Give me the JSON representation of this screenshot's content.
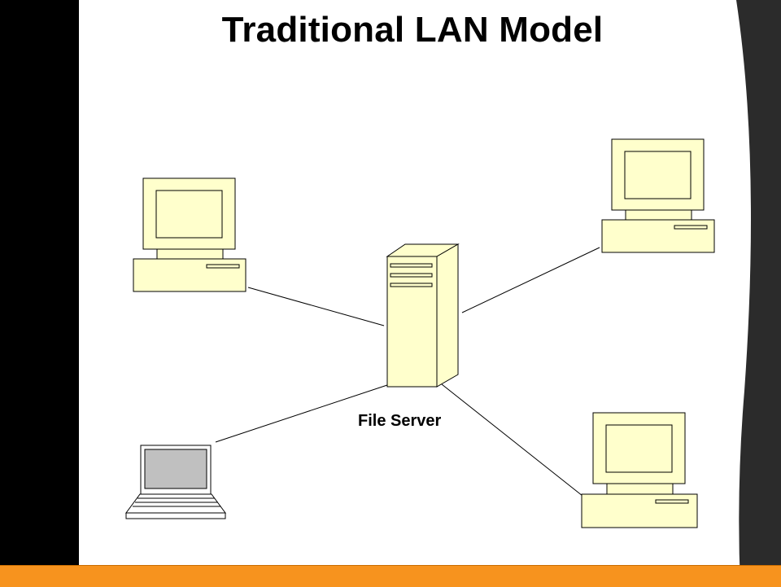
{
  "slide": {
    "title": "Traditional LAN Model"
  },
  "diagram": {
    "server_label": "File Server",
    "nodes": [
      {
        "id": "server",
        "kind": "tower-server"
      },
      {
        "id": "pc-top-left",
        "kind": "desktop-computer"
      },
      {
        "id": "pc-top-right",
        "kind": "desktop-computer"
      },
      {
        "id": "pc-bottom-right",
        "kind": "desktop-computer"
      },
      {
        "id": "laptop-bottom-left",
        "kind": "laptop-computer"
      }
    ],
    "links": [
      {
        "from": "server",
        "to": "pc-top-left"
      },
      {
        "from": "server",
        "to": "pc-top-right"
      },
      {
        "from": "server",
        "to": "pc-bottom-right"
      },
      {
        "from": "server",
        "to": "laptop-bottom-left"
      }
    ],
    "colors": {
      "device_fill": "#ffffcc",
      "outline": "#000000",
      "laptop_screen": "#c0c0c0",
      "accent_bar": "#f7931e"
    }
  }
}
